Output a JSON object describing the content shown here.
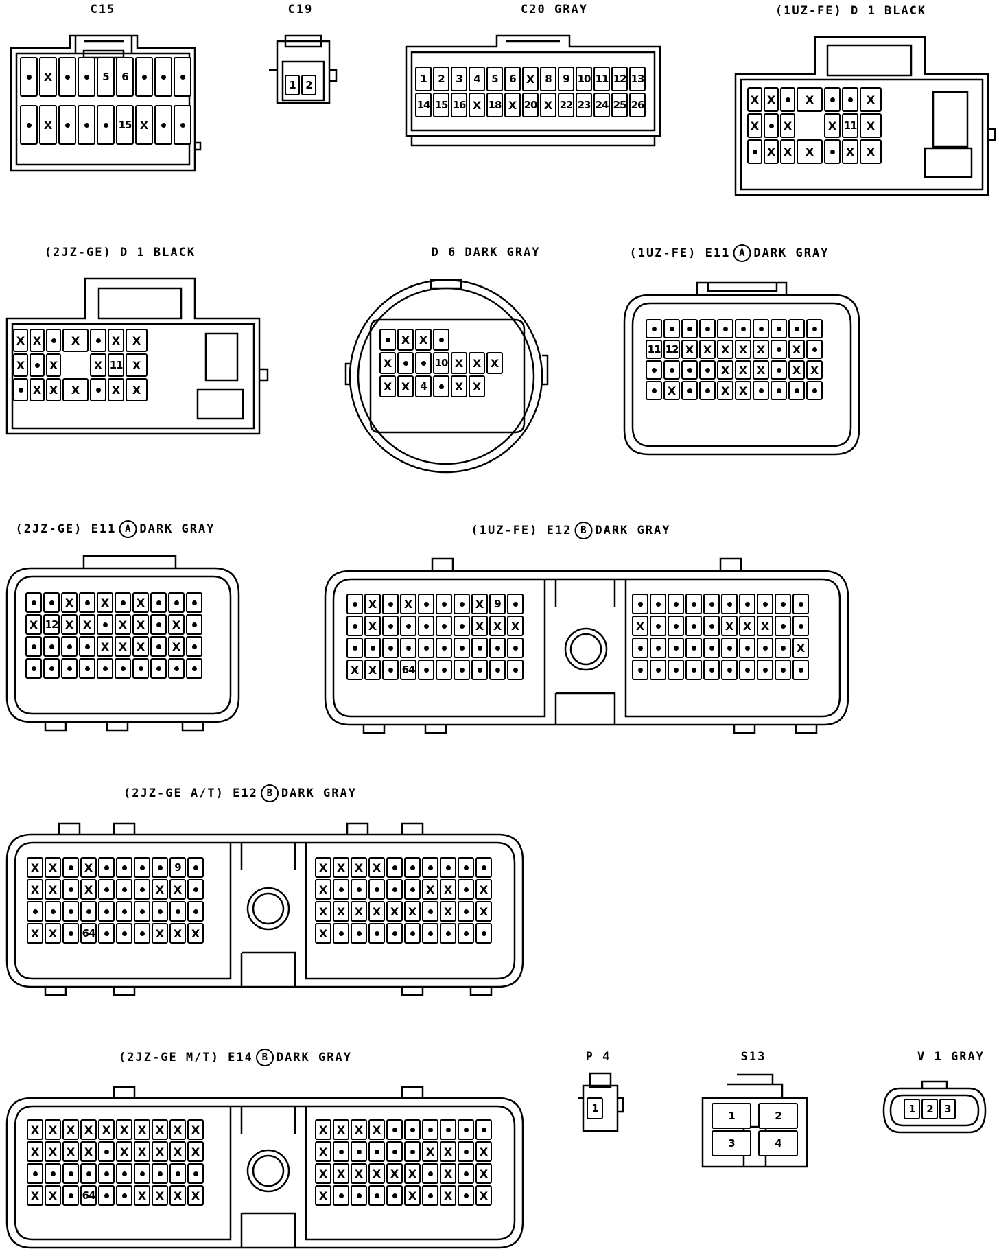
{
  "titles": {
    "c15": "C15",
    "c19": "C19",
    "c20": "C20 GRAY",
    "d1_1uz": "(1UZ-FE) D 1 BLACK",
    "d1_2jz": "(2JZ-GE) D 1 BLACK",
    "d6": "D 6 DARK GRAY",
    "e11_1uz_pre": "(1UZ-FE) E11",
    "e11_1uz_circ": "A",
    "e11_1uz_post": "DARK GRAY",
    "e11_2jz_pre": "(2JZ-GE) E11",
    "e11_2jz_circ": "A",
    "e11_2jz_post": "DARK GRAY",
    "e12_1uz_pre": "(1UZ-FE) E12",
    "e12_1uz_circ": "B",
    "e12_1uz_post": "DARK GRAY",
    "e12_2jz_pre": "(2JZ-GE A/T) E12",
    "e12_2jz_circ": "B",
    "e12_2jz_post": "DARK GRAY",
    "e14_pre": "(2JZ-GE M/T) E14",
    "e14_circ": "B",
    "e14_post": "DARK GRAY",
    "p4": "P 4",
    "s13": "S13",
    "v1": "V 1 GRAY"
  },
  "pins": {
    "c15": [
      [
        ".",
        "X",
        ".",
        ".",
        "5",
        "6",
        ".",
        ".",
        "."
      ],
      [
        ".",
        "X",
        ".",
        ".",
        ".",
        "15",
        "X",
        ".",
        "."
      ]
    ],
    "c19": [
      [
        "1",
        "2"
      ]
    ],
    "c20": [
      [
        "1",
        "2",
        "3",
        "4",
        "5",
        "6",
        "X",
        "8",
        "9",
        "10",
        "11",
        "12",
        "13"
      ],
      [
        "14",
        "15",
        "16",
        "X",
        "18",
        "X",
        "20",
        "X",
        "22",
        "23",
        "24",
        "25",
        "26"
      ]
    ],
    "d1_1uz": [
      [
        "X",
        "X",
        ".",
        "X",
        ".",
        ".",
        "X"
      ],
      [
        "X",
        ".",
        "X",
        "",
        "X",
        "11",
        "X"
      ],
      [
        ".",
        "X",
        "X",
        "X",
        ".",
        "X",
        "X"
      ]
    ],
    "d1_2jz": [
      [
        "X",
        "X",
        ".",
        "X",
        ".",
        "X",
        "X"
      ],
      [
        "X",
        ".",
        "X",
        "",
        "X",
        "11",
        "X"
      ],
      [
        ".",
        "X",
        "X",
        "X",
        ".",
        "X",
        "X"
      ]
    ],
    "d6": [
      [
        ".",
        "X",
        "X",
        "."
      ],
      [
        "X",
        ".",
        ".",
        "10",
        "X",
        "X",
        "X"
      ],
      [
        "X",
        "X",
        "4",
        ".",
        "X",
        "X"
      ]
    ],
    "e11_1uz": [
      [
        ".",
        ".",
        ".",
        ".",
        ".",
        ".",
        ".",
        ".",
        ".",
        "."
      ],
      [
        "11",
        "12",
        "X",
        "X",
        "X",
        "X",
        "X",
        ".",
        "X",
        "."
      ],
      [
        ".",
        ".",
        ".",
        ".",
        "X",
        "X",
        "X",
        ".",
        "X",
        "X"
      ],
      [
        ".",
        "X",
        ".",
        ".",
        "X",
        "X",
        ".",
        ".",
        ".",
        "."
      ]
    ],
    "e11_2jz": [
      [
        ".",
        ".",
        "X",
        ".",
        "X",
        ".",
        "X",
        ".",
        ".",
        "."
      ],
      [
        "X",
        "12",
        "X",
        "X",
        ".",
        "X",
        "X",
        ".",
        "X",
        "."
      ],
      [
        ".",
        ".",
        ".",
        ".",
        "X",
        "X",
        "X",
        ".",
        "X",
        "."
      ],
      [
        ".",
        ".",
        ".",
        ".",
        ".",
        ".",
        ".",
        ".",
        ".",
        "."
      ]
    ],
    "e12_1uz_l": [
      [
        ".",
        "X",
        ".",
        "X",
        ".",
        ".",
        ".",
        "X",
        "9",
        "."
      ],
      [
        ".",
        "X",
        ".",
        ".",
        ".",
        ".",
        ".",
        "X",
        "X",
        "X"
      ],
      [
        ".",
        ".",
        ".",
        ".",
        ".",
        ".",
        ".",
        ".",
        ".",
        "."
      ],
      [
        "X",
        "X",
        ".",
        "64",
        ".",
        ".",
        ".",
        ".",
        ".",
        "."
      ]
    ],
    "e12_1uz_r": [
      [
        ".",
        ".",
        ".",
        ".",
        ".",
        ".",
        ".",
        ".",
        ".",
        "."
      ],
      [
        "X",
        ".",
        ".",
        ".",
        ".",
        "X",
        "X",
        "X",
        ".",
        "."
      ],
      [
        ".",
        ".",
        ".",
        ".",
        ".",
        ".",
        ".",
        ".",
        ".",
        "X"
      ],
      [
        ".",
        ".",
        ".",
        ".",
        ".",
        ".",
        ".",
        ".",
        ".",
        "."
      ]
    ],
    "e12_2jz_l": [
      [
        "X",
        "X",
        ".",
        "X",
        ".",
        ".",
        ".",
        ".",
        "9",
        "."
      ],
      [
        "X",
        "X",
        ".",
        "X",
        ".",
        ".",
        ".",
        "X",
        "X",
        "."
      ],
      [
        ".",
        ".",
        ".",
        ".",
        ".",
        ".",
        ".",
        ".",
        ".",
        "."
      ],
      [
        "X",
        "X",
        ".",
        "64",
        ".",
        ".",
        ".",
        "X",
        "X",
        "X"
      ]
    ],
    "e12_2jz_r": [
      [
        "X",
        "X",
        "X",
        "X",
        ".",
        ".",
        ".",
        ".",
        ".",
        "."
      ],
      [
        "X",
        ".",
        ".",
        ".",
        ".",
        ".",
        "X",
        "X",
        ".",
        "X"
      ],
      [
        "X",
        "X",
        "X",
        "X",
        "X",
        "X",
        ".",
        "X",
        ".",
        "X"
      ],
      [
        "X",
        ".",
        ".",
        ".",
        ".",
        ".",
        ".",
        ".",
        ".",
        "."
      ]
    ],
    "e14_l": [
      [
        "X",
        "X",
        "X",
        "X",
        "X",
        "X",
        "X",
        "X",
        "X",
        "X"
      ],
      [
        "X",
        "X",
        "X",
        "X",
        ".",
        "X",
        "X",
        "X",
        "X",
        "X"
      ],
      [
        ".",
        ".",
        ".",
        ".",
        ".",
        ".",
        ".",
        ".",
        ".",
        "."
      ],
      [
        "X",
        "X",
        ".",
        "64",
        ".",
        ".",
        "X",
        "X",
        "X",
        "X"
      ]
    ],
    "e14_r": [
      [
        "X",
        "X",
        "X",
        "X",
        ".",
        ".",
        ".",
        ".",
        ".",
        "."
      ],
      [
        "X",
        ".",
        ".",
        ".",
        ".",
        ".",
        "X",
        "X",
        ".",
        "X"
      ],
      [
        "X",
        "X",
        "X",
        "X",
        "X",
        "X",
        ".",
        "X",
        ".",
        "X"
      ],
      [
        "X",
        ".",
        ".",
        ".",
        ".",
        "X",
        ".",
        "X",
        ".",
        "X"
      ]
    ],
    "p4": [
      [
        "1"
      ]
    ],
    "s13": [
      [
        "1",
        "2"
      ],
      [
        "3",
        "4"
      ]
    ],
    "v1": [
      [
        "1",
        "2",
        "3"
      ]
    ]
  }
}
